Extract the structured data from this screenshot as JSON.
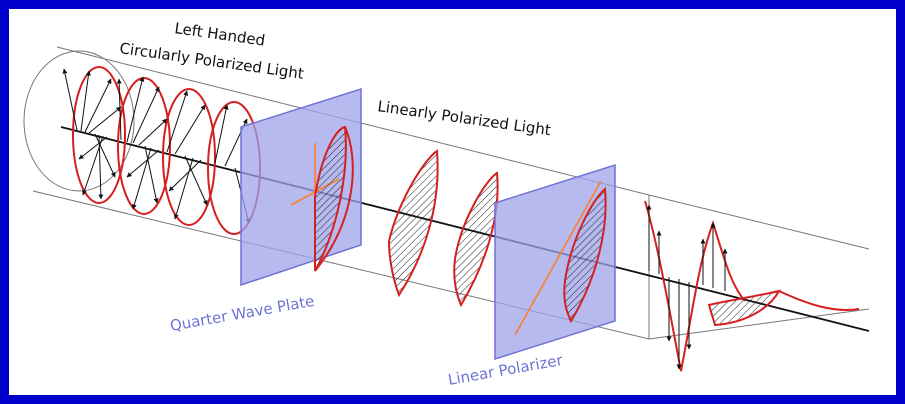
{
  "labels": {
    "left_handed": "Left Handed",
    "circular": "Circularly Polarized Light",
    "linear_light": "Linearly Polarized Light",
    "quarter_wave_plate": "Quarter Wave Plate",
    "linear_polarizer": "Linear Polarizer"
  },
  "colors": {
    "border": "#0000cc",
    "wave_curve": "#d42020",
    "arrow": "#111111",
    "plate_fill": "#9da3ea",
    "plate_edge": "#6f73d6",
    "axis_line": "#ff7f27",
    "label_blue": "#6f73d6"
  }
}
